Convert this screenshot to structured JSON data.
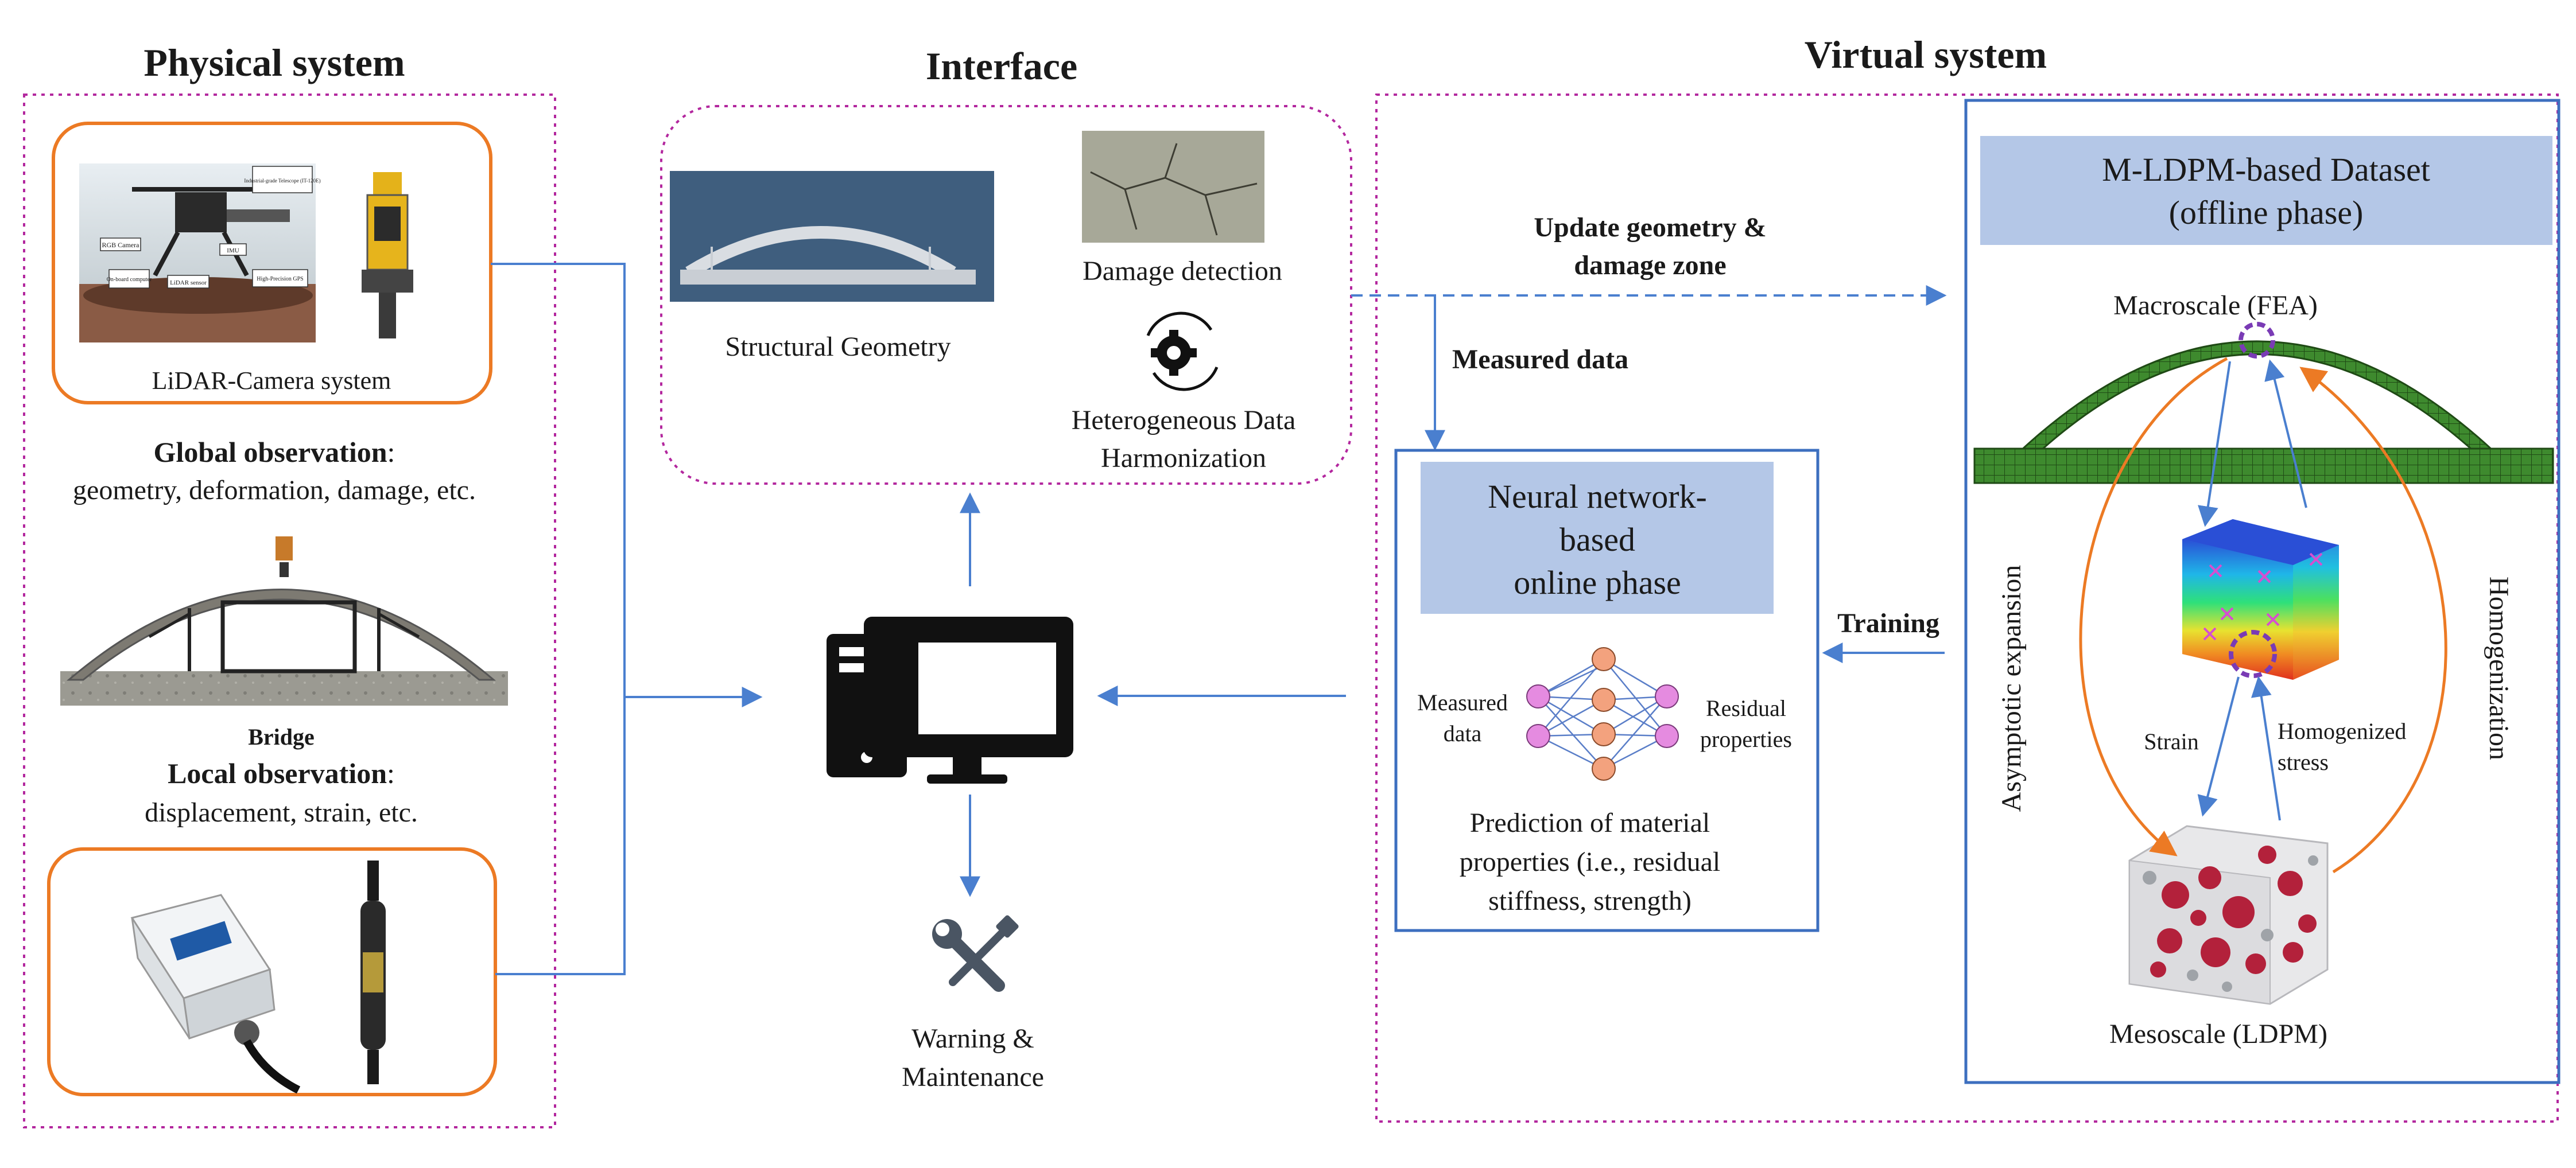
{
  "physical": {
    "title": "Physical system",
    "lidar_caption": "LiDAR-Camera system",
    "drone_labels": {
      "rgb": "RGB Camera",
      "onboard": "On-board computer",
      "lidar": "LiDAR sensor",
      "imu": "IMU",
      "gps": "High-Precision GPS",
      "telescope": "Industrial-grade Telescope (IT-120E)"
    },
    "global_bold": "Global observation",
    "global_colon": ":",
    "global_line2": "geometry, deformation, damage, etc.",
    "bridge_caption": "Bridge",
    "local_bold": "Local observation",
    "local_colon": ":",
    "local_line2": "displacement, strain, etc."
  },
  "interface": {
    "title": "Interface",
    "geometry_label": "Structural Geometry",
    "damage_label": "Damage detection",
    "harmonization_line1": "Heterogeneous Data",
    "harmonization_line2": "Harmonization"
  },
  "center": {
    "warning_line1": "Warning &",
    "warning_line2": "Maintenance"
  },
  "virtual": {
    "title": "Virtual system",
    "update_line1": "Update geometry &",
    "update_line2": "damage zone",
    "measured_data": "Measured data",
    "training": "Training",
    "nn_title_line1": "Neural network-",
    "nn_title_line2": "based",
    "nn_title_line3": "online phase",
    "nn_input_line1": "Measured",
    "nn_input_line2": "data",
    "nn_output_line1": "Residual",
    "nn_output_line2": "properties",
    "prediction_line1": "Prediction of material",
    "prediction_line2": "properties (i.e., residual",
    "prediction_line3": "stiffness, strength)",
    "dataset_title_line1": "M-LDPM-based Dataset",
    "dataset_title_line2": "(offline phase)",
    "macroscale": "Macroscale (FEA)",
    "asymptotic": "Asymptotic expansion",
    "homogenization": "Homogenization",
    "strain": "Strain",
    "homog_stress_line1": "Homogenized",
    "homog_stress_line2": "stress",
    "mesoscale": "Mesoscale (LDPM)"
  },
  "colors": {
    "magenta_border": "#b3279e",
    "orange": "#ec7a24",
    "blue_arrow": "#4a7fcf",
    "dark_blue_border": "#3d6fbf",
    "light_blue_fill": "#b4c7e7",
    "green_mesh": "#3a7a2a",
    "neuron_pink": "#e58be0",
    "neuron_salmon": "#f3a27e"
  },
  "icons": {
    "computer": "desktop-computer-icon",
    "tools": "wrench-screwdriver-icon",
    "gear": "gear-cycle-icon"
  }
}
